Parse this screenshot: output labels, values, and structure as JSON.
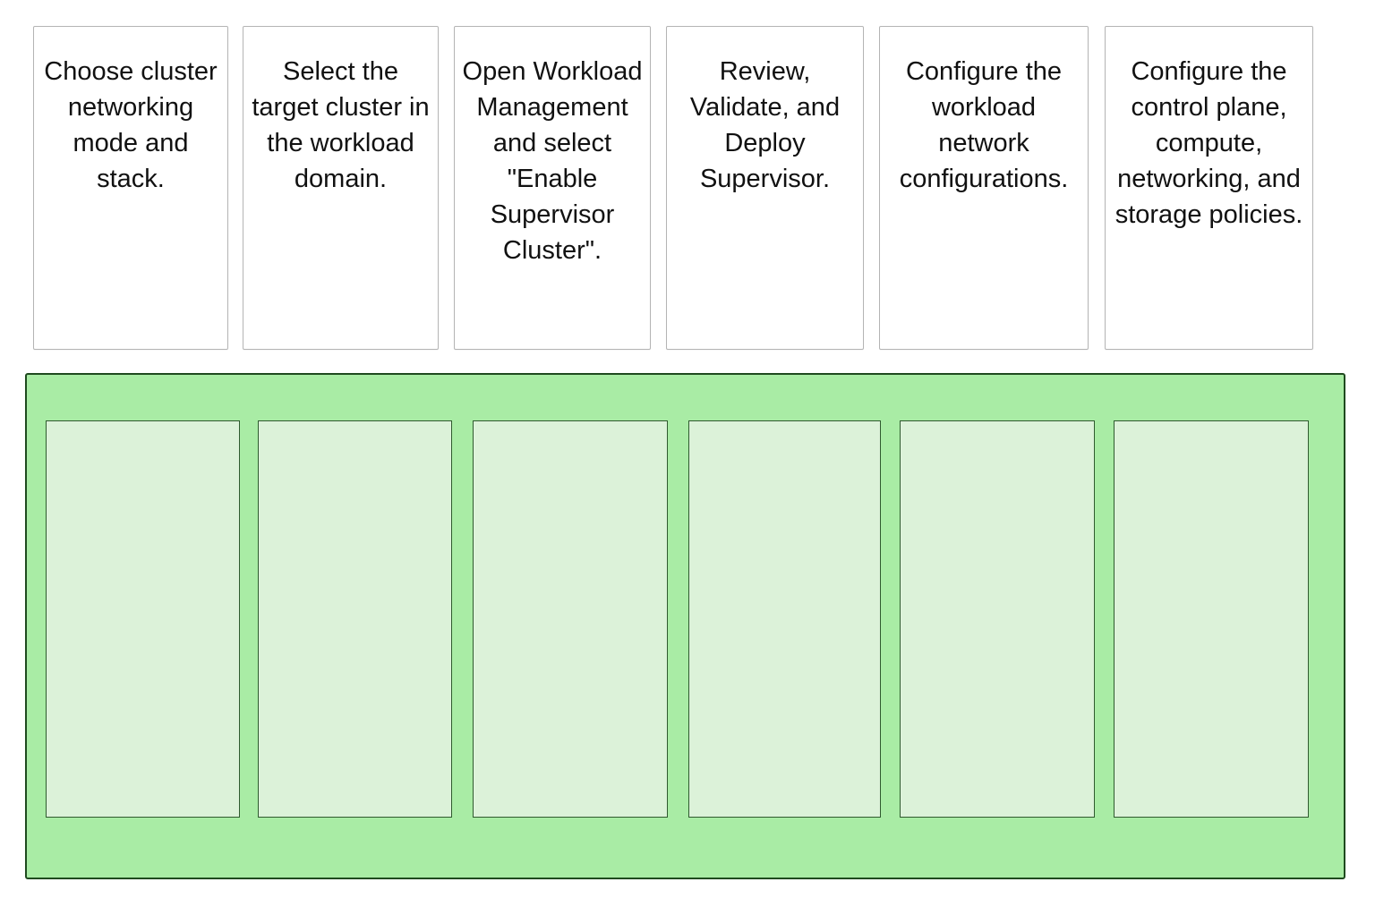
{
  "cards": [
    {
      "label": "Choose cluster networking mode and stack."
    },
    {
      "label": "Select the target cluster in the workload domain."
    },
    {
      "label": "Open Workload Management and select \"Enable Supervisor Cluster\"."
    },
    {
      "label": "Review, Validate, and Deploy Supervisor."
    },
    {
      "label": "Configure the workload network configurations."
    },
    {
      "label": "Configure the control plane, compute, networking, and storage policies."
    }
  ],
  "colors": {
    "dropzone_bg": "#a9eca5",
    "dropzone_border": "#1f4a1f",
    "slot_bg": "#dcf2d9",
    "card_border": "#b4b4b4"
  }
}
